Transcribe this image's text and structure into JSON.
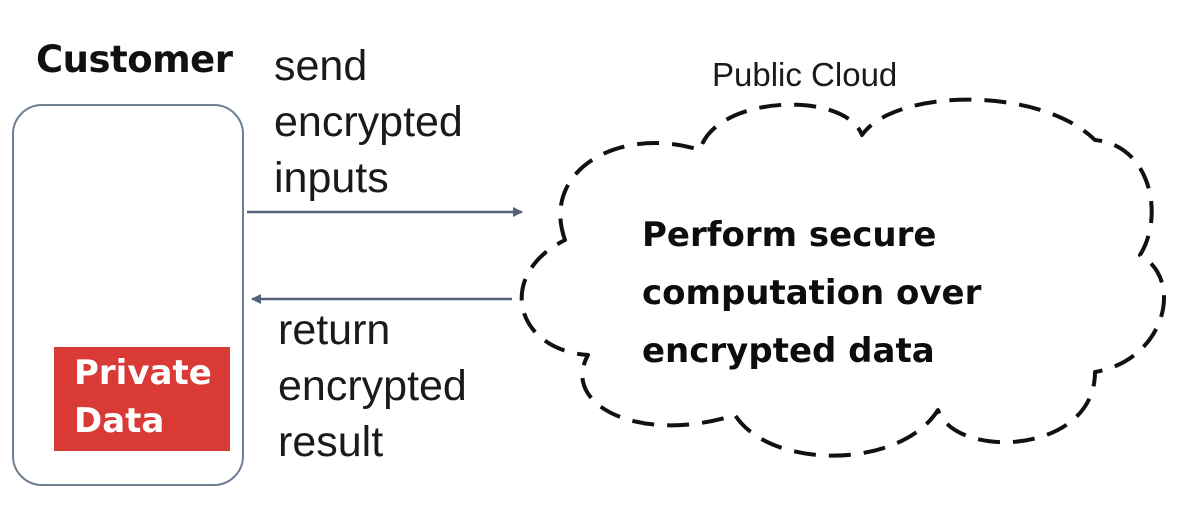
{
  "customer": {
    "title": "Customer",
    "private_data": [
      "Private",
      "Data"
    ]
  },
  "send_label": [
    "send",
    "encrypted",
    "inputs"
  ],
  "return_label": [
    "return",
    "encrypted",
    "result"
  ],
  "cloud": {
    "title": "Public Cloud",
    "body": [
      "Perform secure",
      "computation over",
      "encrypted data"
    ]
  },
  "colors": {
    "arrow": "#56627a",
    "private_bg": "#d93a36",
    "person_orange": "#e37f22",
    "person_hair": "#777777"
  },
  "icons": {
    "person": "customer-person-icon"
  }
}
